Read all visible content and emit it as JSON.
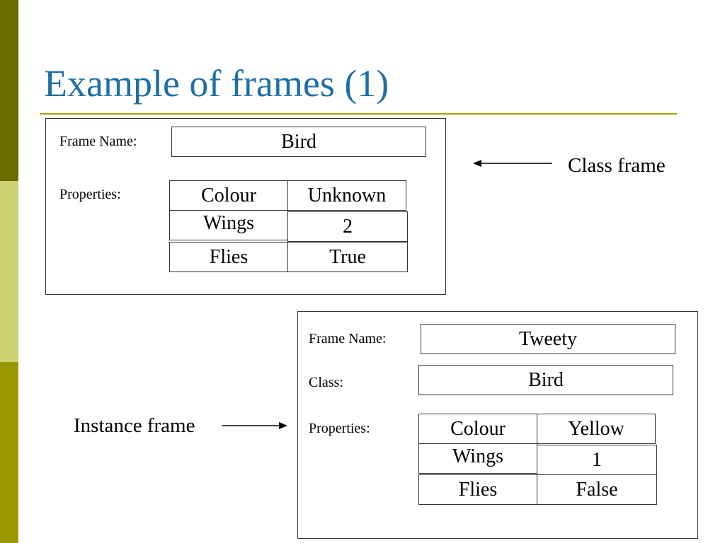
{
  "slide": {
    "title": "Example of frames (1)"
  },
  "class_frame": {
    "frame_name_label": "Frame Name:",
    "frame_name_value": "Bird",
    "properties_label": "Properties:",
    "properties": [
      {
        "name": "Colour",
        "value": "Unknown"
      },
      {
        "name": "Wings",
        "value": "2"
      },
      {
        "name": "Flies",
        "value": "True"
      }
    ],
    "caption": "Class frame"
  },
  "instance_frame": {
    "frame_name_label": "Frame Name:",
    "frame_name_value": "Tweety",
    "class_label": "Class:",
    "class_value": "Bird",
    "properties_label": "Properties:",
    "properties": [
      {
        "name": "Colour",
        "value": "Yellow"
      },
      {
        "name": "Wings",
        "value": "1"
      },
      {
        "name": "Flies",
        "value": "False"
      }
    ],
    "caption": "Instance frame"
  },
  "colors": {
    "title": "#1f6fa6",
    "rule": "#a3a100",
    "stripe_dark": "#6b6b00",
    "stripe_light": "#cfd270",
    "stripe_mid": "#999a00"
  }
}
